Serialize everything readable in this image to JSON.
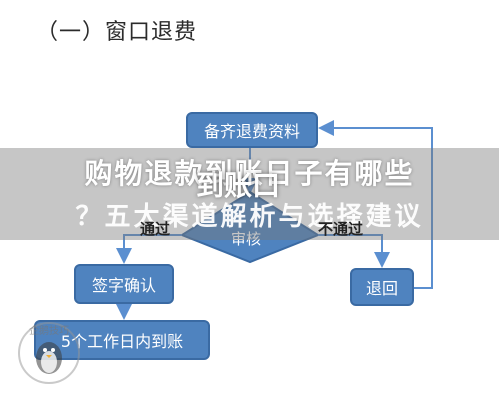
{
  "heading": "（一）窗口退费",
  "flow": {
    "step_prepare": "备齐退费资料",
    "step_review": "审核",
    "step_sign": "签字确认",
    "step_return": "退回",
    "step_arrival": "5个工作日内到账",
    "label_pass": "通过",
    "label_fail": "不通过"
  },
  "overlay": {
    "title": "购物退款到账日子有哪些",
    "subtitle": "？五大渠道解析与选择建议",
    "highlight_word": "到账口"
  },
  "watermark": {
    "text": "企鹅技巧"
  },
  "colors": {
    "node_fill": "#4f83bf",
    "node_border": "#3a6aa3",
    "arrow": "#5b8fd0"
  }
}
